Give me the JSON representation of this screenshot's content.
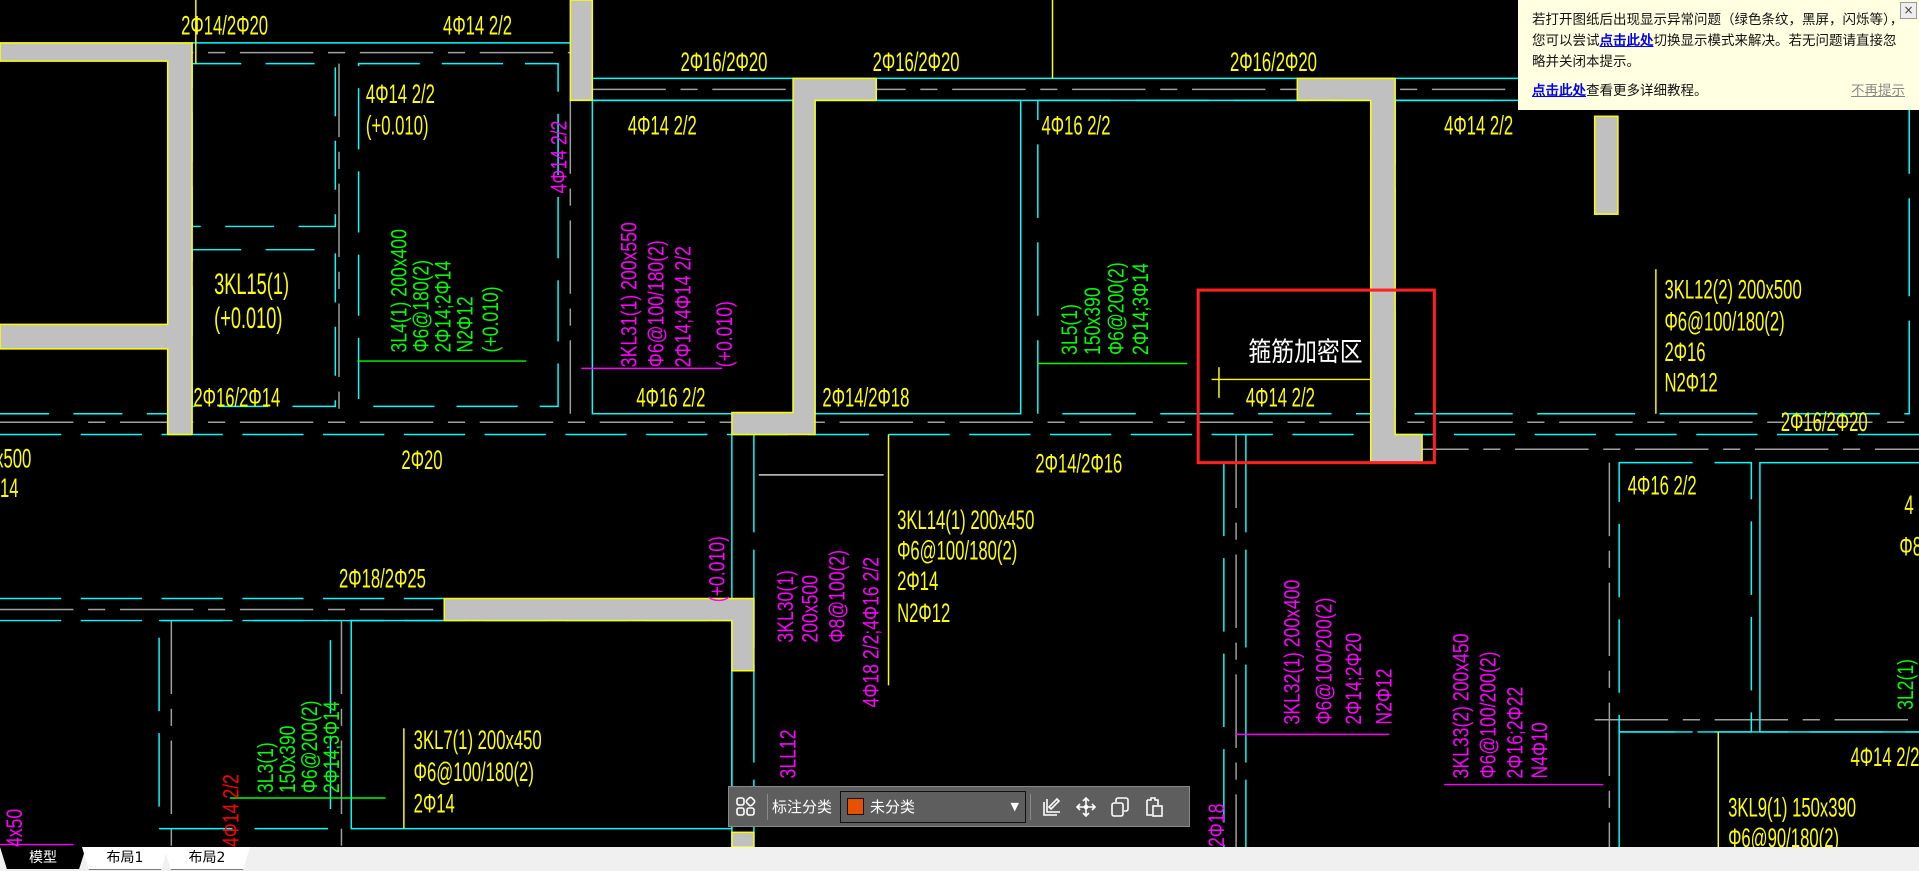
{
  "drawing": {
    "colors": {
      "Y": "#ffff00",
      "G": "#00ff00",
      "M": "#ff00ff",
      "R": "#ff0000",
      "W": "#ffffff",
      "cyan": "#00ffff",
      "wall": "#c0c0c0",
      "highlight": "#ff2020"
    },
    "labels": [
      "2Φ14/2Φ20",
      "4Φ14 2/2",
      "2Φ16/2Φ20",
      "2Φ16/2Φ20",
      "2Φ16/2Φ20",
      "4Φ14 2/2",
      "(+0.010)",
      "4Φ14 2/2",
      "4Φ16 2/2",
      "4Φ14 2/2",
      "3KL15(1)",
      "(+0.010)",
      "2Φ16/2Φ14",
      "4Φ16 2/2",
      "2Φ14/2Φ18",
      "4Φ14 2/2",
      "3KL12(2) 200x500",
      "Φ6@100/180(2)",
      "2Φ16",
      "N2Φ12",
      "2Φ16/2Φ20",
      "x500",
      "14",
      "2Φ20",
      "2Φ14/2Φ16",
      "4Φ16 2/2",
      "3KL14(1) 200x450",
      "Φ6@100/180(2)",
      "2Φ14",
      "N2Φ12",
      "2Φ18/2Φ25",
      "3KL7(1) 200x450",
      "Φ6@100/180(2)",
      "2Φ14",
      "4Φ14 2/2",
      "3KL9(1) 150x390",
      "Φ6@90/180(2)",
      "4",
      "Φ8",
      "箍筋加密区",
      "3L4(1) 200x400",
      "Φ6@180(2)",
      "2Φ14;2Φ14",
      "N2Φ12",
      "(+0.010)",
      "3L5(1)",
      "150x390",
      "Φ6@200(2)",
      "2Φ14;3Φ14",
      "3L3(1)",
      "150x390",
      "Φ6@200(2)",
      "2Φ14;3Φ14",
      "3L2(1)",
      "4Φ14 2/2",
      "3KL31(1) 200x550",
      "Φ6@100/180(2)",
      "2Φ14;4Φ14 2/2",
      "(+0.010)",
      "(+0.010)",
      "3KL30(1)",
      "200x500",
      "Φ8@100(2)",
      "4Φ18 2/2;4Φ16 2/2",
      "3KL32(1) 200x400",
      "Φ6@100/200(2)",
      "2Φ14;2Φ20",
      "N2Φ12",
      "3KL33(2) 200x450",
      "Φ6@100/200(2)",
      "2Φ16;2Φ22",
      "N4Φ10",
      "3LL12",
      "2Φ18",
      "4x50",
      "4Φ14 2/2"
    ]
  },
  "notice": {
    "line1": "若打开图纸后出现显示异常问题（绿色条纹，黑屏，闪烁等），您可以尝试",
    "link1": "点击此处",
    "line1b": "切换显示模式来解决。若无问题请直接忽略并关闭本提示。",
    "link2": "点击此处",
    "line2": "查看更多详细教程。",
    "dismiss": "不再提示",
    "close": "×"
  },
  "toolbar": {
    "category_label": "标注分类",
    "category_value": "未分类",
    "category_color": "#e65100"
  },
  "tabs": [
    {
      "label": "模型",
      "active": true
    },
    {
      "label": "布局1",
      "active": false
    },
    {
      "label": "布局2",
      "active": false
    }
  ]
}
